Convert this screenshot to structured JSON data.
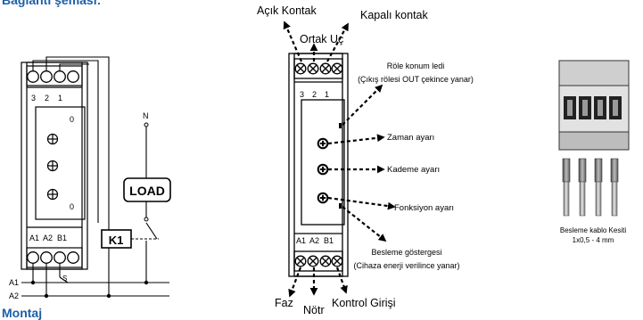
{
  "headings": {
    "top": "Bağlantı şeması:",
    "bottom": "Montaj"
  },
  "wiring": {
    "terminals_top": [
      "3",
      "2",
      "1"
    ],
    "pot_top_label": "0",
    "pot_bottom_label": "0",
    "terminals_bottom": [
      "A1",
      "A2",
      "B1"
    ],
    "n_label": "N",
    "load_label": "LOAD",
    "k1_label": "K1",
    "s_label": "S",
    "a1_label": "A1",
    "a2_label": "A2"
  },
  "device": {
    "terminals_top": [
      "3",
      "2",
      "1"
    ],
    "terminals_bottom": [
      "A1",
      "A2",
      "B1"
    ],
    "callouts": {
      "acik_kontak": "Açık Kontak",
      "kapali_kontak": "Kapalı kontak",
      "ortak_uc": "Ortak Uç",
      "role_ledi_1": "Röle konum ledi",
      "role_ledi_2": "(Çıkış rölesi OUT çekince yanar)",
      "zaman": "Zaman ayarı",
      "kademe": "Kademe ayarı",
      "fonksiyon": "Fonksiyon ayarı",
      "besleme_1": "Besleme göstergesi",
      "besleme_2": "(Cihaza enerji verilince yanar)",
      "faz": "Faz",
      "notr": "Nötr",
      "kontrol": "Kontrol Girişi"
    }
  },
  "cable": {
    "label_1": "Besleme kablo Kesiti",
    "label_2": "1x0,5 - 4 mm"
  },
  "colors": {
    "heading": "#1d5fa8",
    "line": "#000000"
  }
}
